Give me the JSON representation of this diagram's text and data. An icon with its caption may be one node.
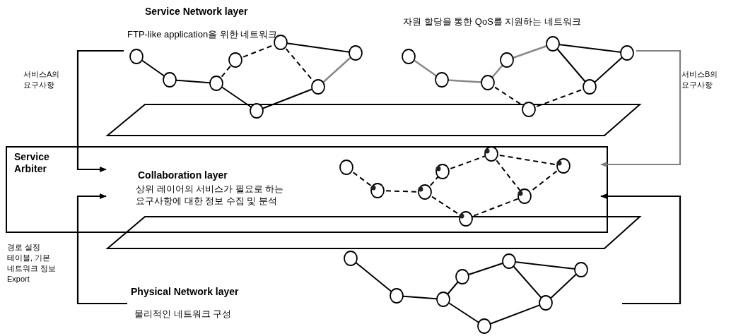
{
  "diagram": {
    "nodes": [
      {
        "text": [
          "FTP-like application을 위한 네트워크"
        ]
      },
      {
        "text": [
          "자원 할당을 통한 QoS를 지원하는 네트워크"
        ]
      },
      {
        "text": [
          "Service Arbiter"
        ]
      },
      {
        "text": [
          "Collaboration layer",
          "상위 레이어의 서비스가 필요로 하는 요구사항에 대한 정보 수집 및 분석"
        ],
        "in": 2
      },
      {
        "text": [
          "Physical Network layer",
          "물리적인 네트워크 구성"
        ]
      }
    ],
    "edges": [
      {
        "from": 0,
        "to": 3,
        "arrow": "to",
        "label": "서비스A의 요구사항"
      },
      {
        "from": 1,
        "to": 3,
        "arrow": "to",
        "label": "서비스B의 요구사항",
        "color": "#808080"
      },
      {
        "from": 4,
        "to": 3,
        "arrow": "to",
        "label": "경로 설정 테이블, 기본 네트워크 정보 Export"
      },
      {
        "from": 4,
        "to": 3,
        "arrow": "to"
      }
    ],
    "labels": [
      "Service Network layer"
    ]
  }
}
